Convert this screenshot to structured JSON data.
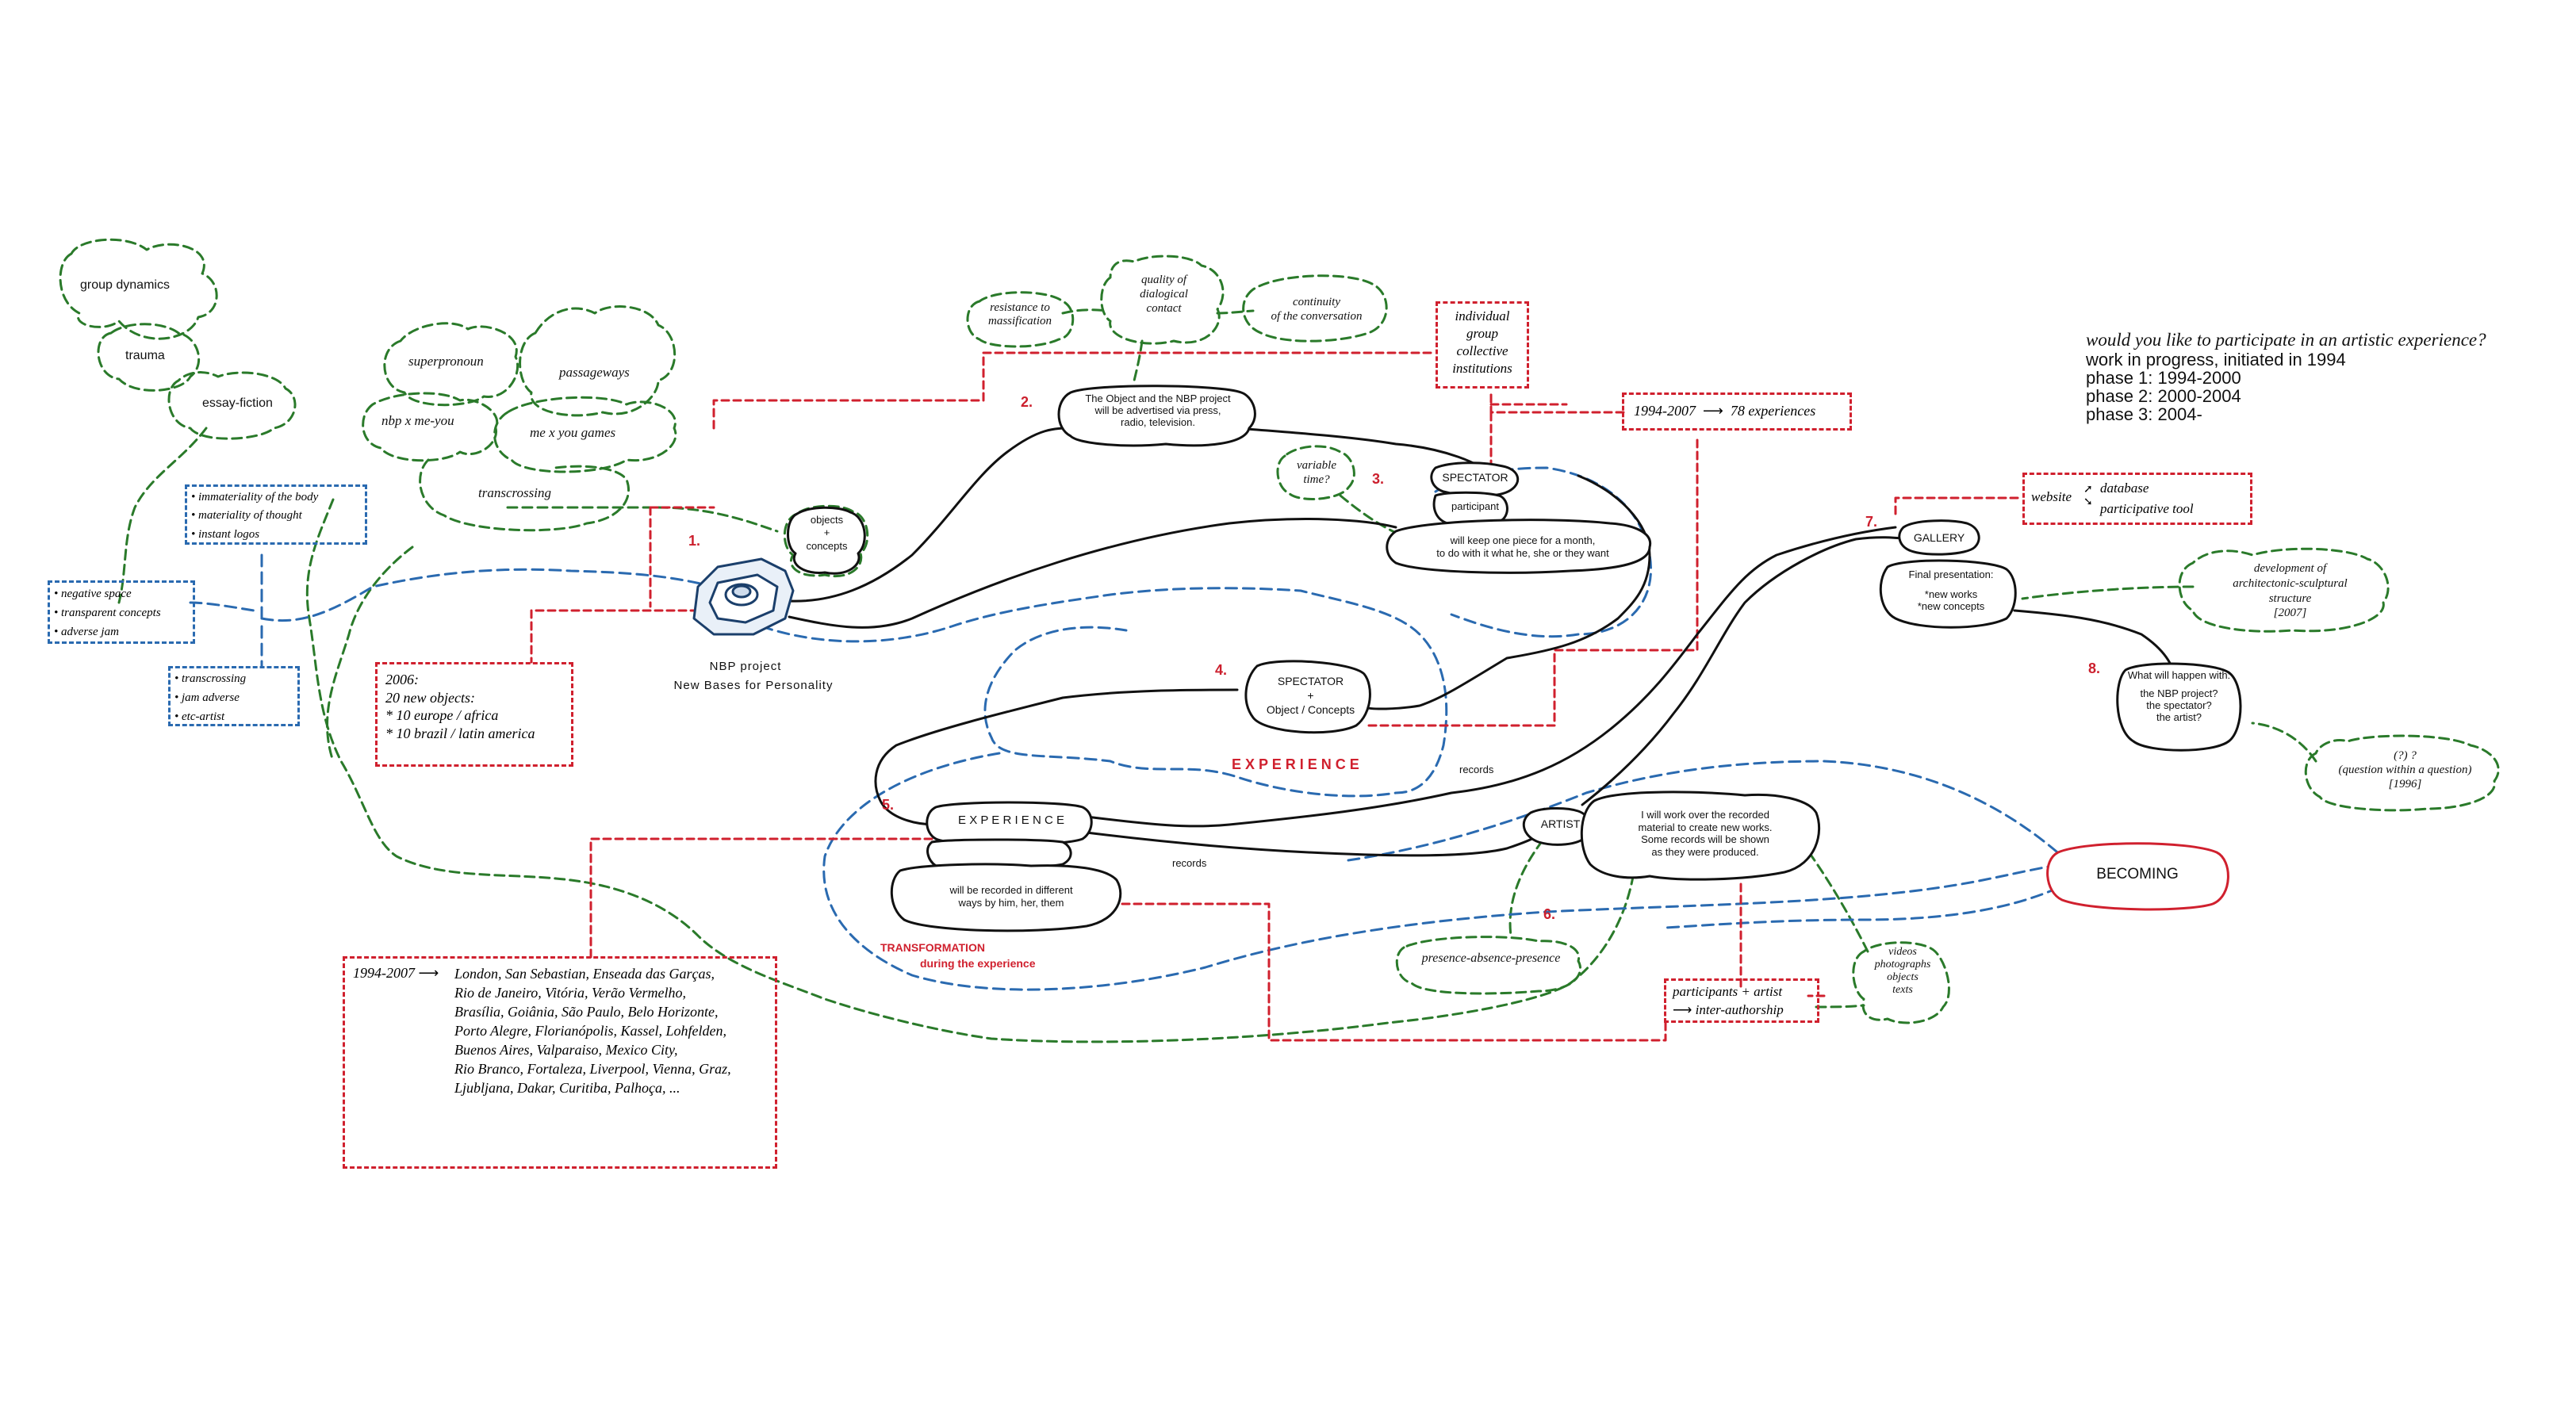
{
  "colors": {
    "red": "#d0202e",
    "green": "#2a7a2a",
    "blue": "#2a6ab0",
    "black": "#111111"
  },
  "top_right": {
    "question": "would you like to participate in an artistic experience?",
    "line2": "work in progress, initiated in 1994",
    "phase1": "phase 1: 1994-2000",
    "phase2": "phase 2: 2000-2004",
    "phase3": "phase 3: 2004-"
  },
  "left": {
    "group_dynamics": "group dynamics",
    "trauma": "trauma",
    "essay_fiction": "essay-fiction",
    "box1": [
      "• immateriality of the body",
      "• materiality of thought",
      "• instant logos"
    ],
    "box2": [
      "• negative space",
      "• transparent concepts",
      "• adverse jam"
    ],
    "box3": [
      "• transcrossing",
      "• jam adverse",
      "• etc-artist"
    ],
    "superpronoun": "superpronoun",
    "passageways": "passageways",
    "nbp_x_me_you": "nbp x me-you",
    "me_x_you_games": "me x you games",
    "transcrossing": "transcrossing",
    "objects_concepts": [
      "objects",
      "+",
      "concepts"
    ]
  },
  "nbp": {
    "num": "1.",
    "title": "NBP project",
    "subtitle": "New Bases for Personality"
  },
  "box2006": {
    "line1": "2006:",
    "line2": "20 new objects:",
    "line3": "* 10 europe / africa",
    "line4": "* 10 brazil / latin america"
  },
  "top": {
    "resistance": [
      "resistance to",
      "massification"
    ],
    "quality": [
      "quality of",
      "dialogical",
      "contact"
    ],
    "continuity": [
      "continuity",
      "of the conversation"
    ],
    "individual": [
      "individual",
      "group",
      "collective",
      "institutions"
    ],
    "num2": "2.",
    "advertised": [
      "The Object and the NBP project",
      "will be advertised via press,",
      "radio, television."
    ],
    "experiences_years": "1994-2007",
    "experiences_count": "78 experiences"
  },
  "spectator": {
    "variable_time": [
      "variable",
      "time?"
    ],
    "num3": "3.",
    "label": "SPECTATOR",
    "participant": "participant",
    "keep": [
      "will keep one piece for a month,",
      "to do with it what he, she or they want"
    ]
  },
  "step4": {
    "num": "4.",
    "label": [
      "SPECTATOR",
      "+",
      "Object / Concepts"
    ],
    "experience_red": "E X P E R I E N C E",
    "records": "records"
  },
  "step5": {
    "num": "5.",
    "label": "E X P E R I E N C E",
    "recorded": [
      "will be recorded in different",
      "ways by him, her, them"
    ],
    "records": "records",
    "transformation": "TRANSFORMATION",
    "during": "during the  experience"
  },
  "cities": {
    "years": "1994-2007",
    "lines": [
      "London, San Sebastian, Enseada das Garças,",
      "Rio de Janeiro, Vitória, Verão Vermelho,",
      "Brasília, Goiânia, São Paulo, Belo Horizonte,",
      "Porto Alegre, Florianópolis, Kassel, Lohfelden,",
      "Buenos Aires, Valparaiso, Mexico City,",
      "Rio Branco, Fortaleza, Liverpool, Vienna, Graz,",
      "Ljubljana, Dakar, Curitiba, Palhoça, ..."
    ]
  },
  "artist": {
    "label": "ARTIST",
    "num6": "6.",
    "text": [
      "I will work over the recorded",
      "material to create new works.",
      "Some records will be shown",
      "as they were produced."
    ],
    "presence": "presence-absence-presence",
    "participants": "participants + artist",
    "inter": "inter-authorship",
    "videos": [
      "videos",
      "photographs",
      "objects",
      "texts"
    ],
    "becoming": "BECOMING"
  },
  "gallery": {
    "num7": "7.",
    "label": "GALLERY",
    "website": "website",
    "database": "database",
    "participative": "participative tool",
    "final": [
      "Final presentation:",
      "",
      "*new works",
      "*new concepts"
    ],
    "development": [
      "development of",
      "architectonic-sculptural",
      "structure",
      "[2007]"
    ],
    "num8": "8.",
    "what": [
      "What will happen with:",
      "",
      "the NBP project?",
      "the spectator?",
      "the artist?"
    ],
    "question": [
      "(?) ?",
      "(question within a question)",
      "[1996]"
    ]
  }
}
